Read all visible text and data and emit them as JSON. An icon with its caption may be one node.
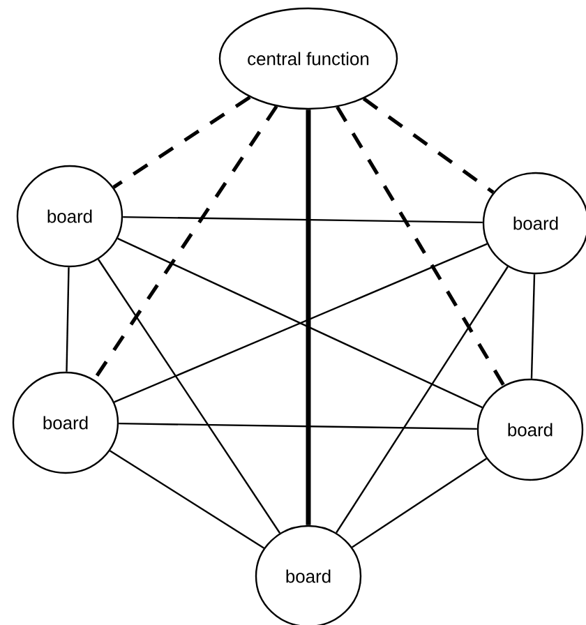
{
  "diagram": {
    "nodes": [
      {
        "text": [
          "central function"
        ]
      },
      {
        "text": [
          "board"
        ]
      },
      {
        "text": [
          "board"
        ]
      },
      {
        "text": [
          "board"
        ]
      },
      {
        "text": [
          "board"
        ]
      },
      {
        "text": [
          "board"
        ]
      }
    ],
    "edges": [
      {
        "from": 0,
        "to": 1,
        "arrow": "none",
        "style": "dashed"
      },
      {
        "from": 0,
        "to": 2,
        "arrow": "none",
        "style": "dashed"
      },
      {
        "from": 0,
        "to": 3,
        "arrow": "none",
        "style": "dashed"
      },
      {
        "from": 0,
        "to": 4,
        "arrow": "none",
        "style": "dashed"
      },
      {
        "from": 0,
        "to": 5,
        "arrow": "none",
        "style": "thick"
      },
      {
        "from": 1,
        "to": 2,
        "arrow": "none"
      },
      {
        "from": 1,
        "to": 3,
        "arrow": "none"
      },
      {
        "from": 1,
        "to": 4,
        "arrow": "none"
      },
      {
        "from": 1,
        "to": 5,
        "arrow": "none"
      },
      {
        "from": 2,
        "to": 3,
        "arrow": "none"
      },
      {
        "from": 2,
        "to": 4,
        "arrow": "none"
      },
      {
        "from": 2,
        "to": 5,
        "arrow": "none"
      },
      {
        "from": 3,
        "to": 4,
        "arrow": "none"
      },
      {
        "from": 3,
        "to": 5,
        "arrow": "none"
      },
      {
        "from": 4,
        "to": 5,
        "arrow": "none"
      }
    ]
  }
}
